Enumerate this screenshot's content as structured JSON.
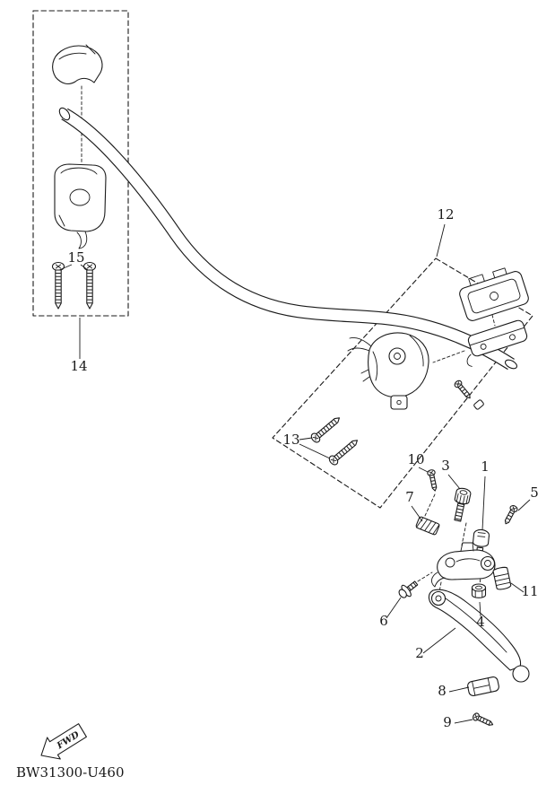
{
  "colors": {
    "line": "#1a1a1a",
    "background": "#ffffff"
  },
  "footer": {
    "part_code": "BW31300-U460"
  },
  "fwd": {
    "label": "FWD"
  },
  "callouts": {
    "c1": "1",
    "c2": "2",
    "c3": "3",
    "c4": "4",
    "c5": "5",
    "c6": "6",
    "c7": "7",
    "c8": "8",
    "c9": "9",
    "c10": "10",
    "c11": "11",
    "c12": "12",
    "c13": "13",
    "c14": "14",
    "c15": "15"
  }
}
